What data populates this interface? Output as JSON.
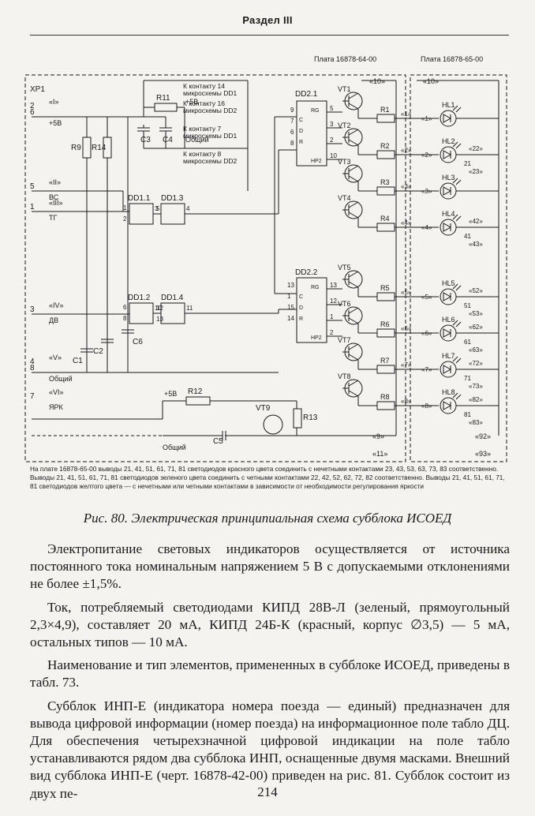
{
  "page": {
    "header": "Раздел III",
    "figure_note": "На плате 16878-65-00 выводы 21, 41, 51, 61, 71, 81 светодиодов красного цвета соединить с нечетными контактами 23, 43, 53, 63, 73, 83 соответственно. Выводы 21, 41, 51, 61, 71, 81 светодиодов зеленого цвета соединить с четными контактами 22, 42, 52, 62, 72, 82 соответственно. Выводы 21, 41, 51, 61, 71, 81 светодиодов желтого цвета — с нечетными или четными контактами в зависимости от необходимости регулирования яркости",
    "caption": "Рис. 80. Электрическая принципиальная схема субблока ИСОЕД",
    "paragraphs": [
      "Электропитание световых индикаторов осуществляется от источника постоянного тока номинальным напряжением 5 В с допускаемыми отклонениями не более ±1,5%.",
      "Ток, потребляемый светодиодами КИПД 28В-Л (зеленый, прямоугольный 2,3×4,9), составляет 20 мА, КИПД 24Б-К (красный, корпус ∅3,5) — 5 мА, остальных типов — 10 мА.",
      "Наименование и тип элементов, примененных в субблоке ИСОЕД, приведены в табл. 73.",
      "Субблок ИНП-Е (индикатора номера поезда — единый) предназначен для вывода цифровой информации (номер поезда) на информационное поле табло ДЦ. Для обеспечения четырехзначной цифровой индикации на поле табло устанавливаются рядом два субблока ИНП, оснащенные двумя масками. Внешний вид субблока ИНП-Е (черт. 16878-42-00) приведен на рис. 81. Субблок состоит из двух пе-"
    ],
    "page_number": "214"
  },
  "schematic": {
    "board_left": "Плата 16878-64-00",
    "board_right": "Плата 16878-65-00",
    "connector": "XP1",
    "inputs": [
      {
        "pins": [
          "2",
          "6"
        ],
        "tag": "«I»",
        "signal": "+5В"
      },
      {
        "pins": [
          "5"
        ],
        "tag": "«II»",
        "signal": "ВС"
      },
      {
        "pins": [
          "1"
        ],
        "tag": "«III»",
        "signal": "ТГ"
      },
      {
        "pins": [
          "3"
        ],
        "tag": "«IV»",
        "signal": "ДВ"
      },
      {
        "pins": [
          "4",
          "8"
        ],
        "tag": "«V»",
        "signal": "Общий"
      },
      {
        "pins": [
          "7"
        ],
        "tag": "«VI»",
        "signal": "ЯРК"
      }
    ],
    "notes": [
      "К контакту 14 микросхемы DD1",
      "К контакту 16 микросхемы DD2",
      "К контакту 7 микросхемы DD1",
      "К контакту 8 микросхемы DD2"
    ],
    "power_label": "+5В",
    "common_label": "Общий",
    "common_short": "Общий",
    "plus5_bottom": "+5В",
    "components": {
      "r11": "R11",
      "r9": "R9",
      "r14": "R14",
      "c3": "C3",
      "c4": "C4",
      "c1": "C1",
      "c2": "C2",
      "c6": "C6",
      "c5": "C5",
      "r12": "R12",
      "r13": "R13",
      "vt9": "VT9",
      "dd11": "DD1.1",
      "dd13": "DD1.3",
      "dd12": "DD1.2",
      "dd14": "DD1.4",
      "dd21": "DD2.1",
      "dd22": "DD2.2",
      "rg": "RG",
      "hp2": "HP2"
    },
    "dd11_pins": [
      "1",
      "2",
      "3"
    ],
    "dd13_pins": [
      "5",
      "4"
    ],
    "dd12_pins": [
      "6",
      "8",
      "10"
    ],
    "dd14_pins": [
      "12",
      "13",
      "11"
    ],
    "dd21_pins_left": [
      "9",
      "7",
      "6",
      "8"
    ],
    "dd21_pins_right": [
      "5",
      "3",
      "2",
      "10"
    ],
    "dd22_pins_left": [
      "13",
      "1",
      "15",
      "14"
    ],
    "dd22_pins_right": [
      "13",
      "12",
      "1",
      "2"
    ],
    "transistors": [
      "VT1",
      "VT2",
      "VT3",
      "VT4",
      "VT5",
      "VT6",
      "VT7",
      "VT8"
    ],
    "resistors": [
      "R1",
      "R2",
      "R3",
      "R4",
      "R5",
      "R6",
      "R7",
      "R8"
    ],
    "out_tags": [
      "«1»",
      "«2»",
      "«3»",
      "«4»",
      "«5»",
      "«6»",
      "«7»",
      "«8»"
    ],
    "leds": [
      "HL1",
      "HL2",
      "HL3",
      "HL4",
      "HL5",
      "HL6",
      "HL7",
      "HL8"
    ],
    "led_tags": [
      "«1»",
      "«2»",
      "«3»",
      "«4»",
      "«5»",
      "«6»",
      "«7»",
      "«8»"
    ],
    "led_contacts": [
      [],
      [
        "21",
        "«22»",
        "«23»"
      ],
      [],
      [
        "41",
        "«42»",
        "«43»"
      ],
      [
        "51",
        "«52»",
        "«53»"
      ],
      [
        "61",
        "«62»",
        "«63»"
      ],
      [
        "71",
        "«72»",
        "«73»"
      ],
      [
        "81",
        "«82»",
        "«83»"
      ]
    ],
    "bus_tag_10": "«10»",
    "bus_tag_10b": "«10»",
    "bus_tag_9": "«9»",
    "bus_tag_92": "«92»",
    "bus_tag_93": "«93»",
    "bus_tag_11": "«11»"
  }
}
